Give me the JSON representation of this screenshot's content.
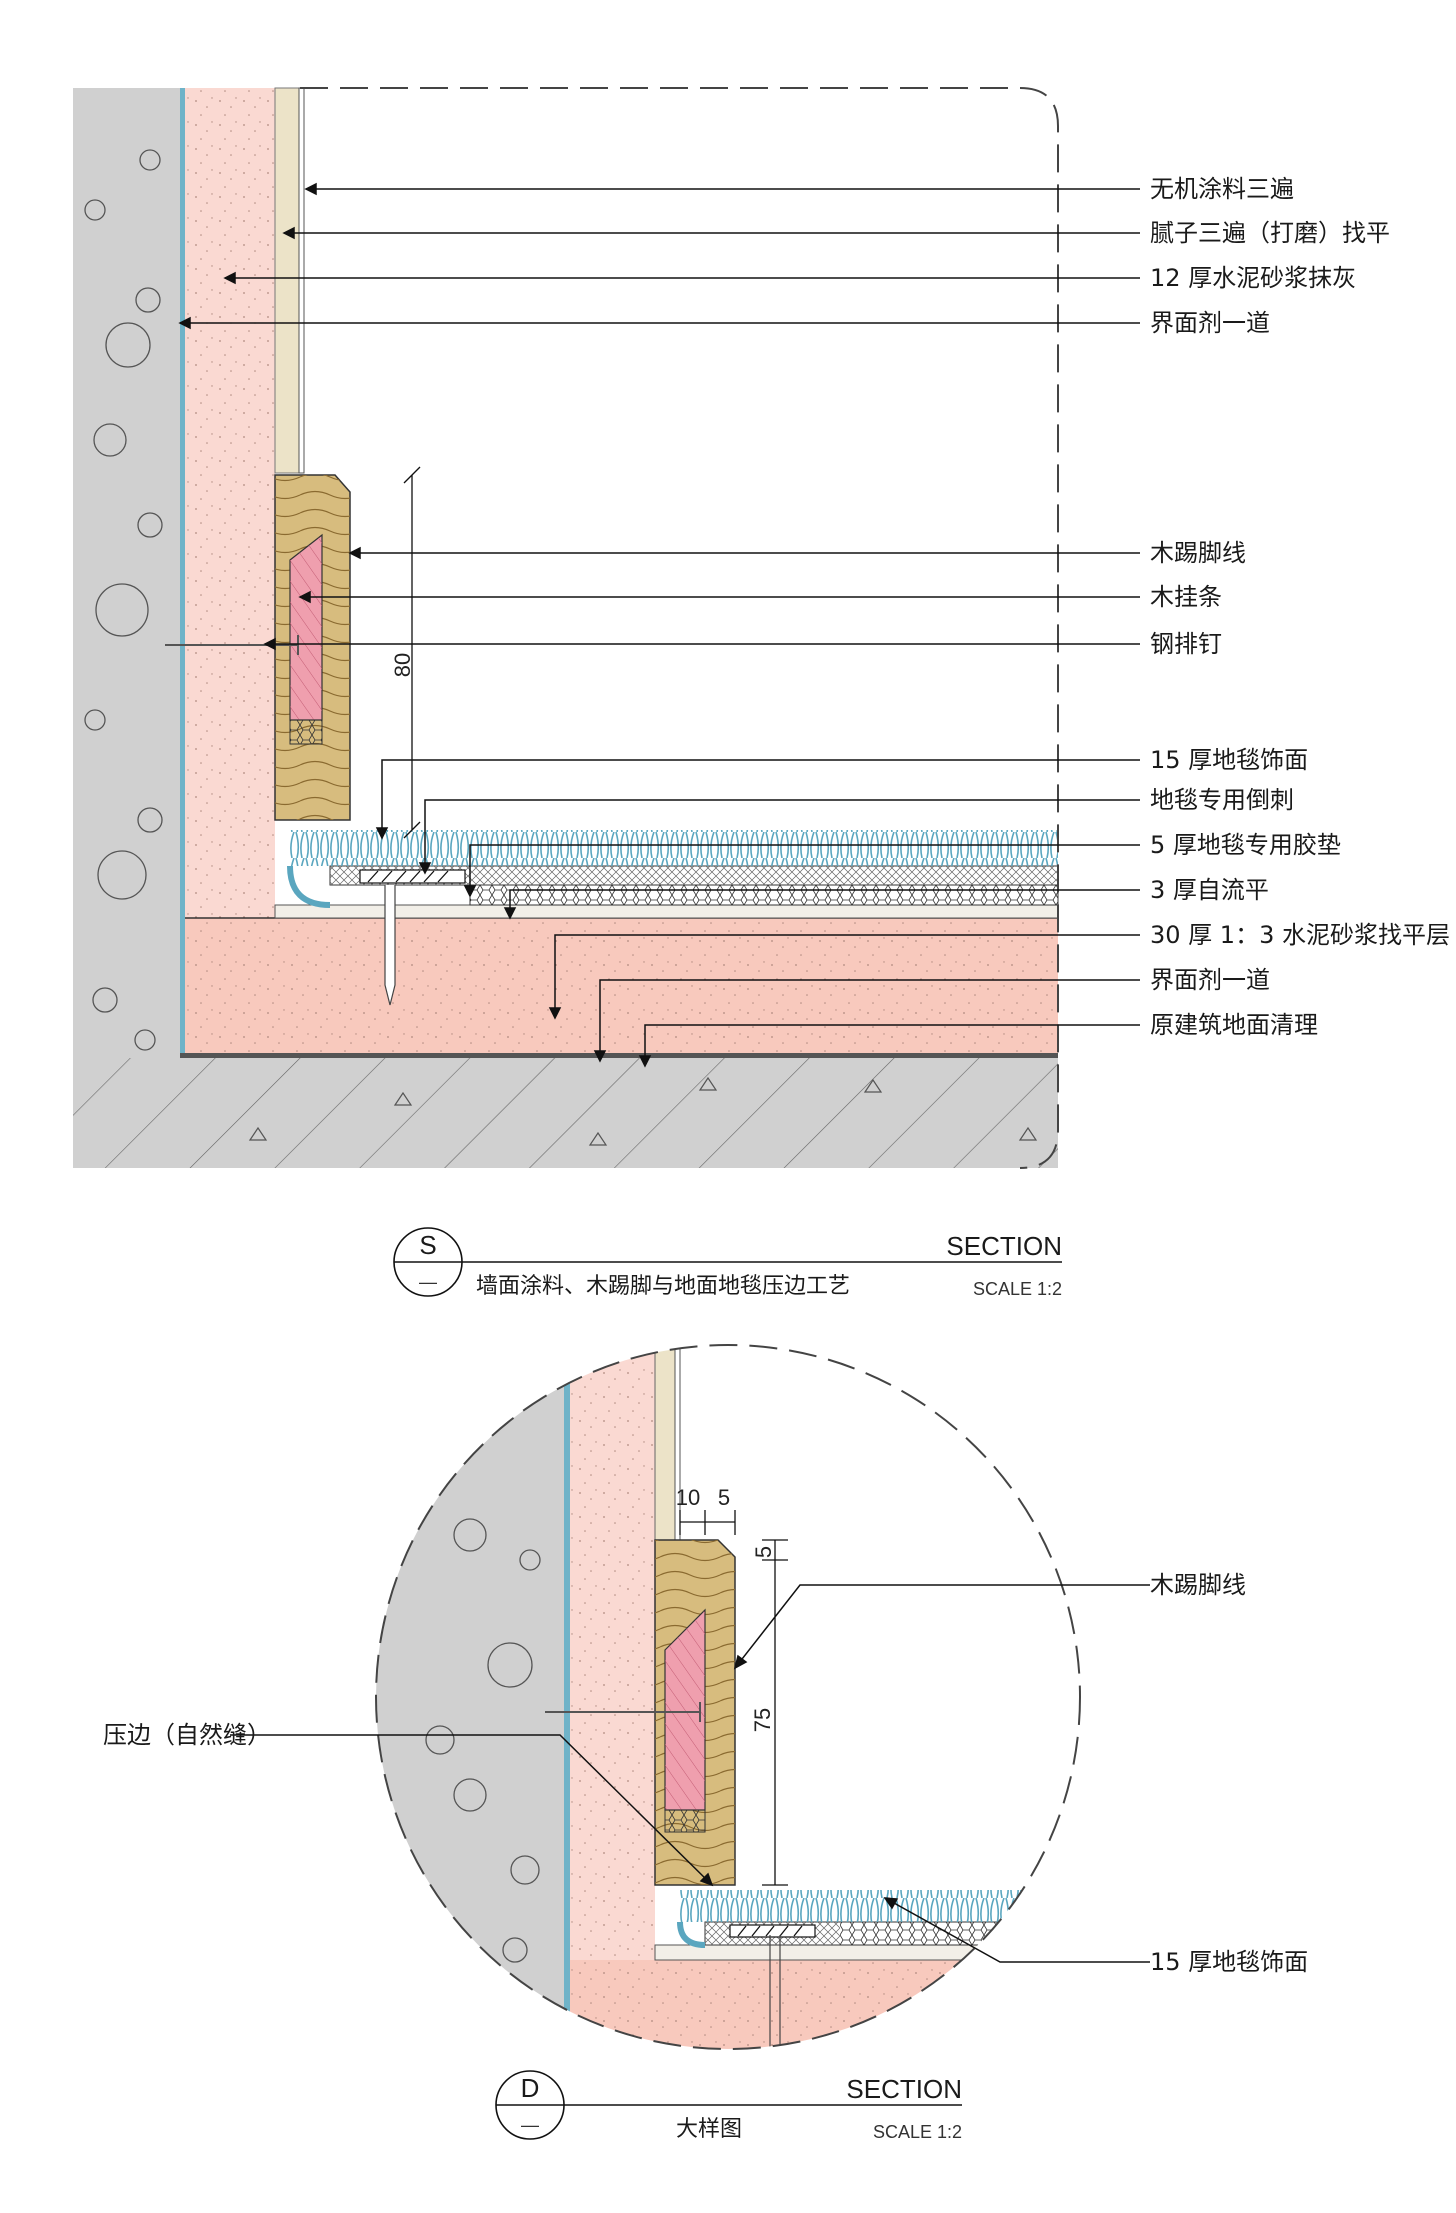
{
  "section_s": {
    "symbol": "S",
    "symbol_sub": "—",
    "heading": "SECTION",
    "title": "墙面涂料、木踢脚与地面地毯压边工艺",
    "scale": "SCALE 1:2",
    "labels": [
      "无机涂料三遍",
      "腻子三遍（打磨）找平",
      "12 厚水泥砂浆抹灰",
      "界面剂一道",
      "木踢脚线",
      "木挂条",
      "钢排钉",
      "15 厚地毯饰面",
      "地毯专用倒刺",
      "5 厚地毯专用胶垫",
      "3 厚自流平",
      "30 厚 1：3 水泥砂浆找平层",
      "界面剂一道",
      "原建筑地面清理"
    ],
    "dim_80": "80"
  },
  "section_d": {
    "symbol": "D",
    "symbol_sub": "—",
    "heading": "SECTION",
    "title": "大样图",
    "scale": "SCALE 1:2",
    "label_skirting": "木踢脚线",
    "label_edge": "压边（自然缝）",
    "label_carpet": "15 厚地毯饰面",
    "dim_10": "10",
    "dim_5a": "5",
    "dim_5b": "5",
    "dim_75": "75"
  },
  "colors": {
    "concrete": "#d0d0d0",
    "plaster": "#fad9d2",
    "screed": "#f8c9bd",
    "wood": "#d7bc7e",
    "batten": "#ef9fae",
    "carpet": "#7fb9cc",
    "primer": "#6fb3c8",
    "putty": "#ece3c8"
  }
}
